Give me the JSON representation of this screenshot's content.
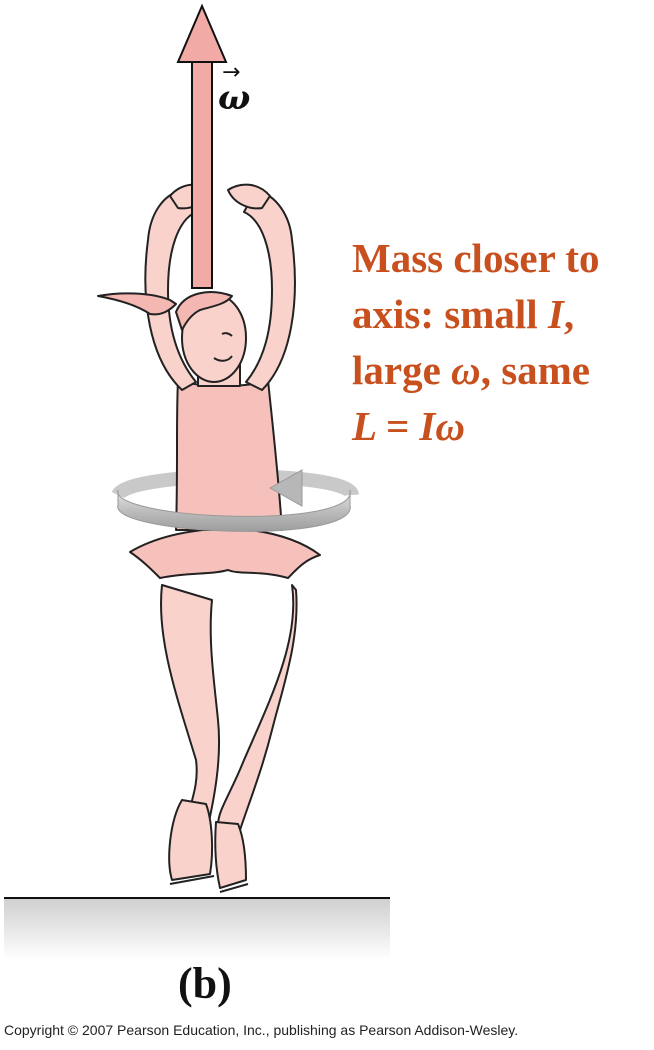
{
  "vector_label": "ω",
  "vector_accent": "→",
  "caption": {
    "line1": "Mass closer to",
    "line2_pre": "axis:  small ",
    "line2_var": "I",
    "line2_post": ",",
    "line3_pre": "large ",
    "line3_var": "ω",
    "line3_post": ", same",
    "line4": "L = Iω"
  },
  "panel_label": "(b)",
  "copyright": "Copyright © 2007 Pearson Education, Inc., publishing as Pearson Addison-Wesley.",
  "colors": {
    "caption": "#c8501e",
    "arrow_fill": "#f2aaa6",
    "skin": "#f9d2cc",
    "ring": "#c8c8c8",
    "ground": "#d9d9d9"
  }
}
